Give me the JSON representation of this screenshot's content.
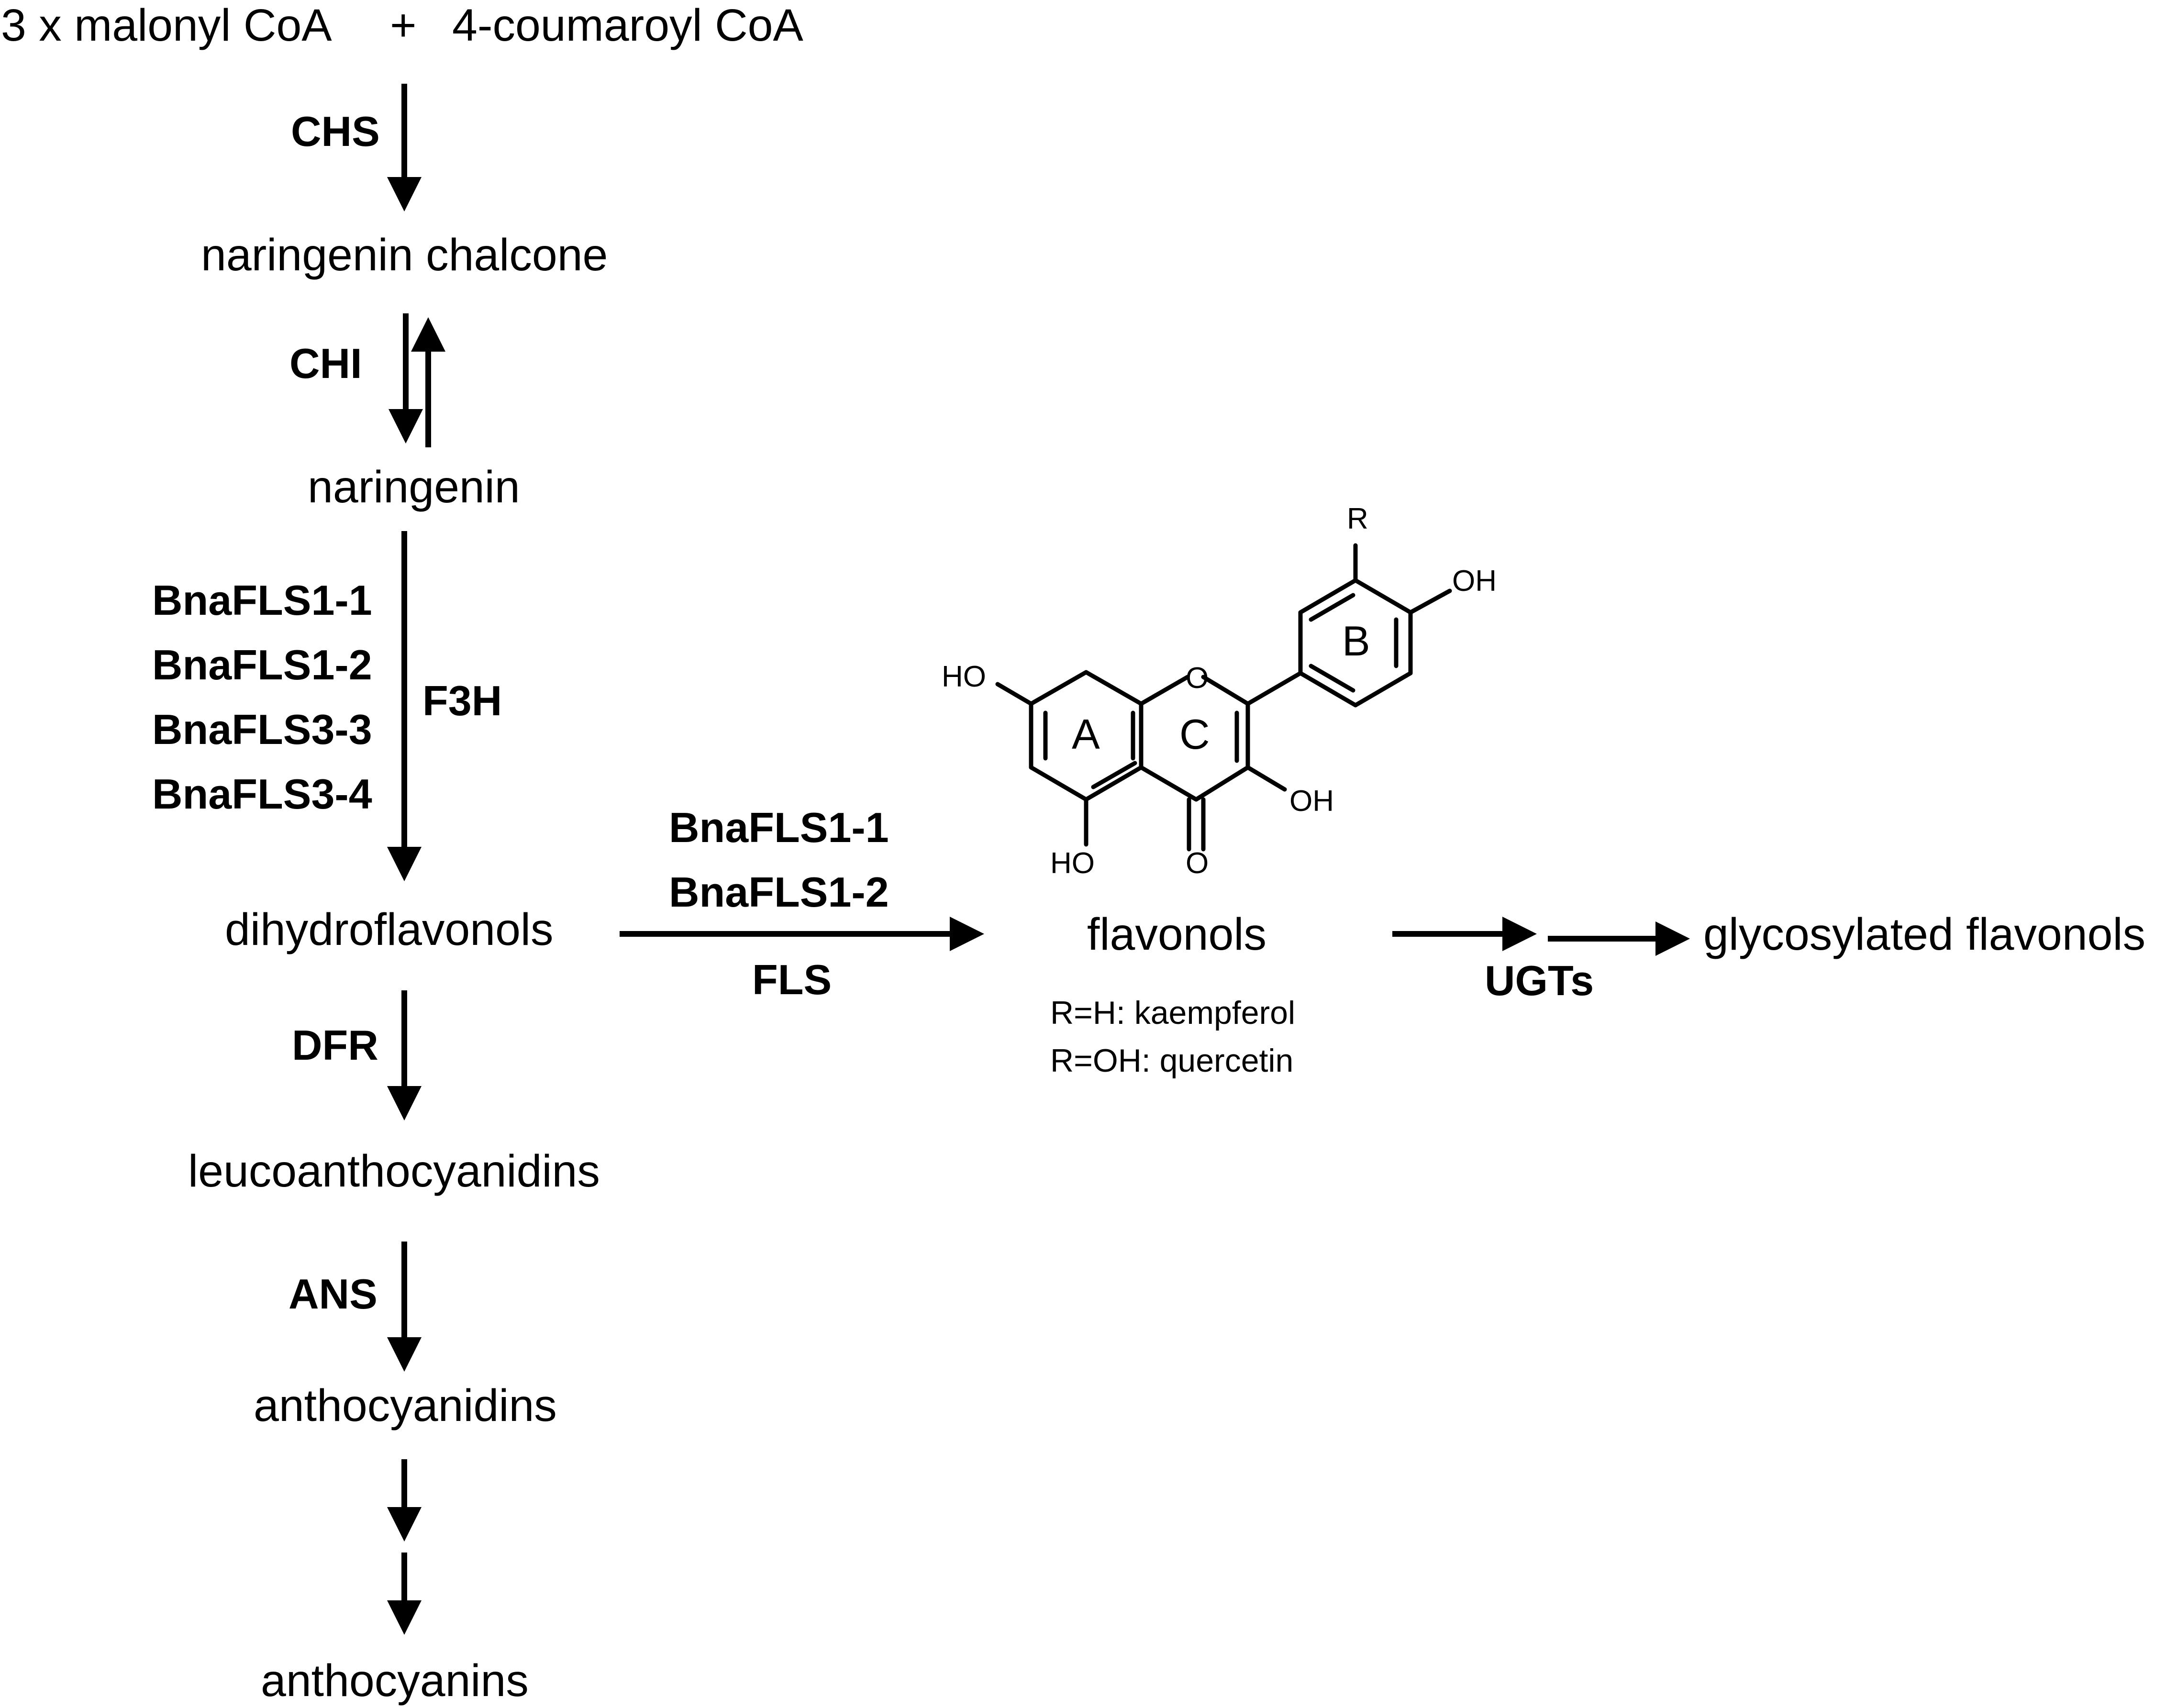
{
  "substrates": {
    "left": "3 x malonyl CoA",
    "plus": "+",
    "right": "4-coumaroyl CoA"
  },
  "compounds": {
    "naringenin_chalcone": "naringenin chalcone",
    "naringenin": "naringenin",
    "dihydroflavonols": "dihydroflavonols",
    "leucoanthocyanidins": "leucoanthocyanidins",
    "anthocyanidins": "anthocyanidins",
    "anthocyanins": "anthocyanins",
    "flavonols": "flavonols",
    "glycosylated_flavonols": "glycosylated flavonols"
  },
  "enzymes": {
    "chs": "CHS",
    "chi": "CHI",
    "f3h": "F3H",
    "dfr": "DFR",
    "ans": "ANS",
    "fls": "FLS",
    "ugts": "UGTs"
  },
  "f3h_genes": [
    {
      "label": "BnaFLS1-1",
      "color": "#1f6fbf"
    },
    {
      "label": "BnaFLS1-2",
      "color": "#1f6fbf"
    },
    {
      "label": "BnaFLS3-3",
      "color": "#29a8e0"
    },
    {
      "label": "BnaFLS3-4",
      "color": "#29a8e0"
    }
  ],
  "fls_genes": [
    {
      "label": "BnaFLS1-1",
      "color": "#1f6fbf"
    },
    {
      "label": "BnaFLS1-2",
      "color": "#1f6fbf"
    }
  ],
  "flavonol_variants": {
    "kaempferol": "R=H: kaempferol",
    "quercetin": "R=OH: quercetin"
  },
  "structure": {
    "ring_a": "A",
    "ring_b": "B",
    "ring_c": "C",
    "r_group": "R",
    "oh_b": "OH",
    "ho_7": "HO",
    "oh_3": "OH",
    "ho_5": "HO",
    "o_ring": "O",
    "o_carbonyl": "O"
  }
}
